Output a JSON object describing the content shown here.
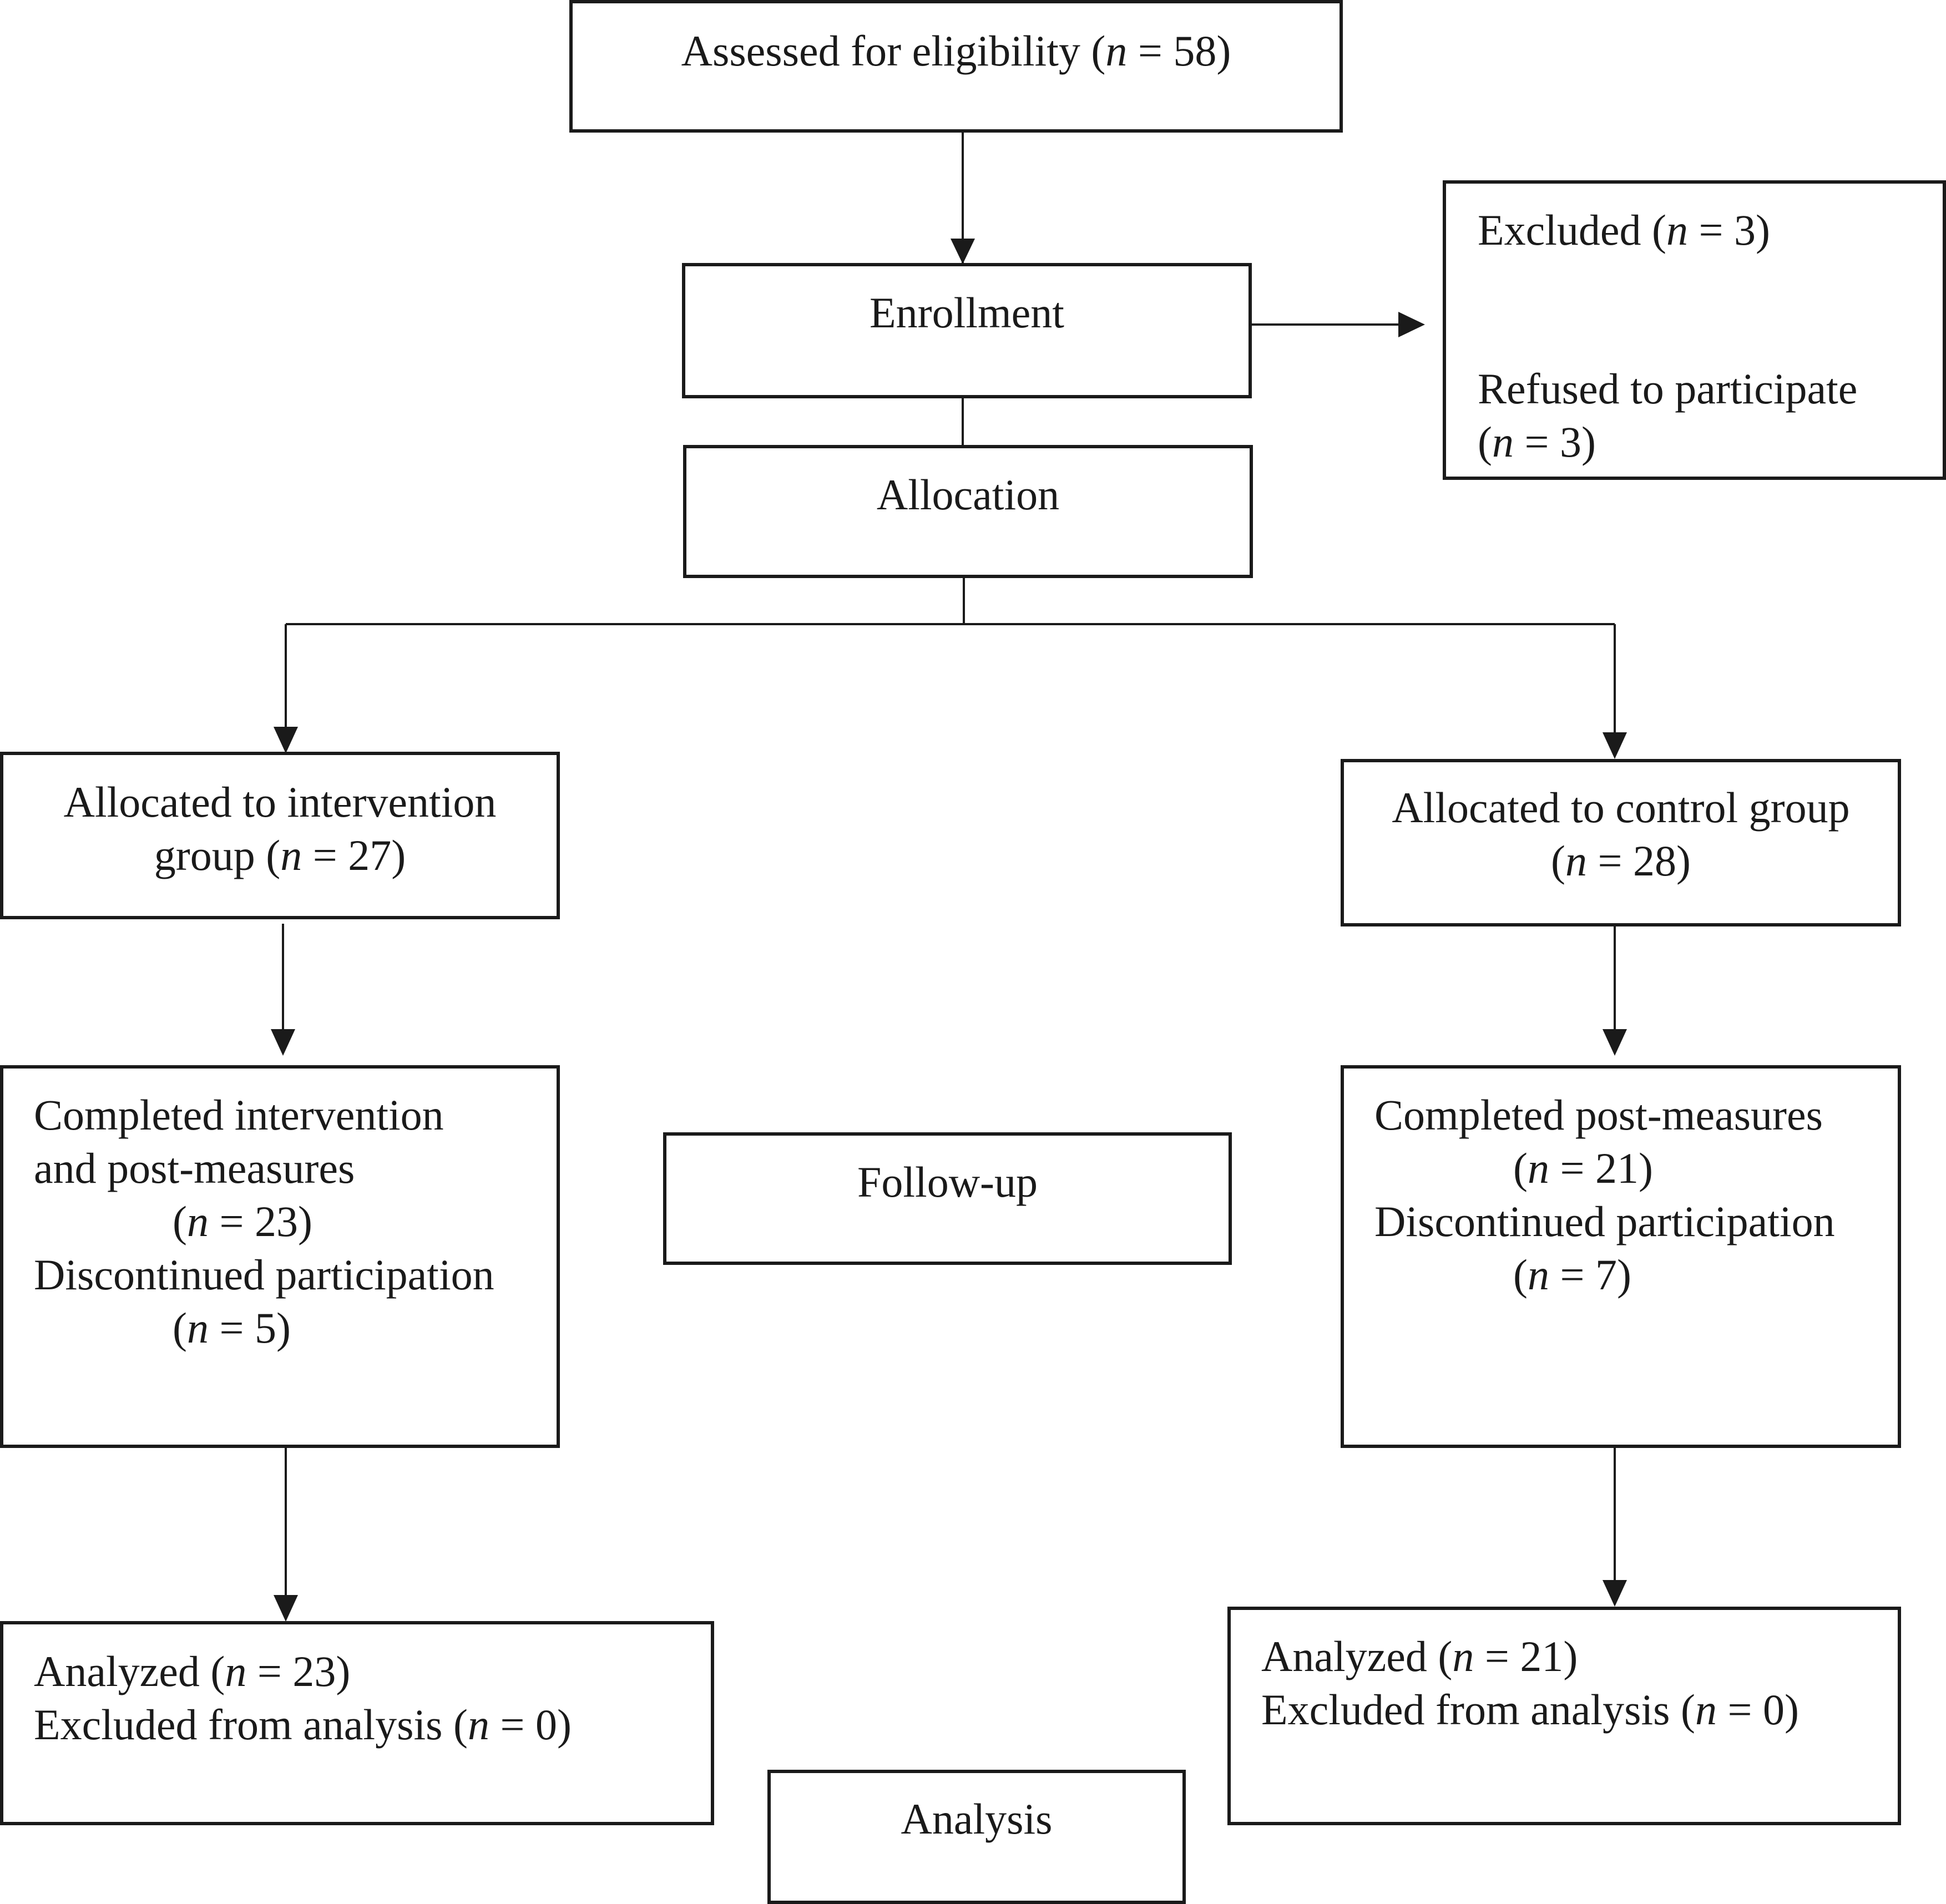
{
  "stages": {
    "enrollment": "Enrollment",
    "allocation": "Allocation",
    "follow_up": "Follow-up",
    "analysis": "Analysis"
  },
  "assessed": {
    "label": "Assessed for eligibility (",
    "n_var": "n",
    "n_value": " = 58)"
  },
  "excluded": {
    "title_label": "Excluded (",
    "n_var": "n",
    "title_value": " = 3)",
    "reason_label": "Refused to participate",
    "reason_open": "(",
    "reason_value": " = 3)"
  },
  "intervention": {
    "allocated_line1": "Allocated to intervention",
    "allocated_line2": "group (",
    "allocated_value": " = 27)",
    "completed_line1": "Completed intervention",
    "completed_line2": "and post-measures",
    "completed_open": "(",
    "completed_value": " = 23)",
    "discontinued_label": "Discontinued participation",
    "discontinued_open": "(",
    "discontinued_value": " = 5)",
    "analyzed_label": "Analyzed (",
    "analyzed_value": " = 23)",
    "excluded_label": "Excluded from analysis (",
    "excluded_value": " = 0)"
  },
  "control": {
    "allocated_line1": "Allocated to control group",
    "allocated_open": "(",
    "allocated_value": " = 28)",
    "completed_line1": "Completed post-measures",
    "completed_open": "(",
    "completed_value": " = 21)",
    "discontinued_label": "Discontinued participation",
    "discontinued_open": "(",
    "discontinued_value": " = 7)",
    "analyzed_label": "Analyzed (",
    "analyzed_value": " = 21)",
    "excluded_label": "Excluded from analysis (",
    "excluded_value": " = 0)"
  },
  "colors": {
    "stroke": "#1a1a1a",
    "background": "#ffffff"
  }
}
